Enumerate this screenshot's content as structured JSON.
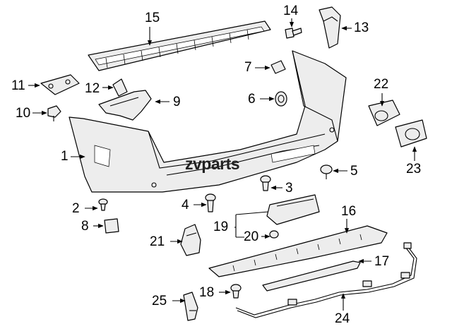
{
  "watermark": "zvparts",
  "callouts": [
    "1",
    "2",
    "3",
    "4",
    "5",
    "6",
    "7",
    "8",
    "9",
    "10",
    "11",
    "12",
    "13",
    "14",
    "15",
    "16",
    "17",
    "18",
    "19",
    "20",
    "21",
    "22",
    "23",
    "24",
    "25"
  ]
}
